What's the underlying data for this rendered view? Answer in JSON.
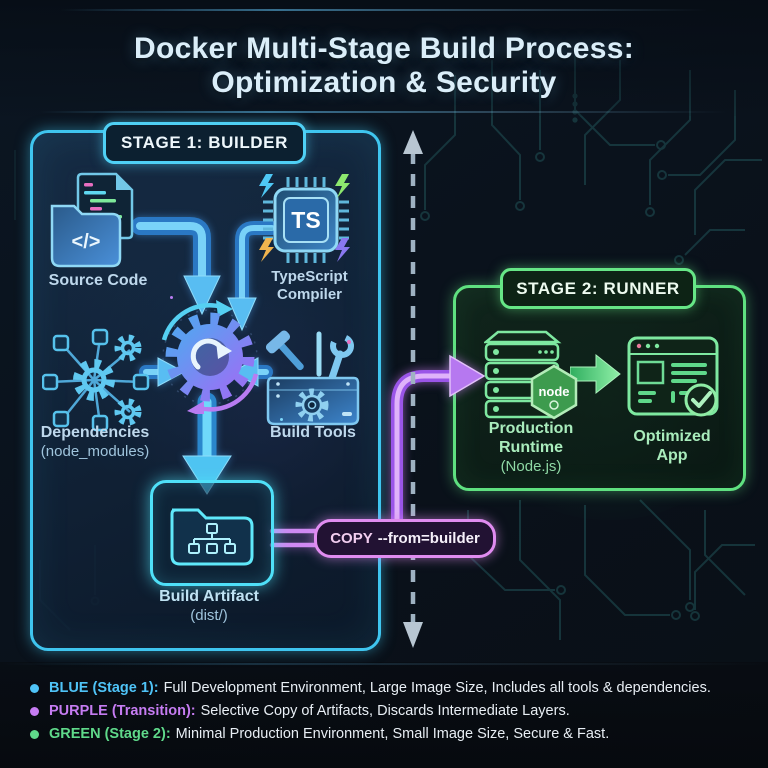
{
  "title": {
    "line1": "Docker Multi-Stage Build Process:",
    "line2": "Optimization & Security"
  },
  "stage1": {
    "header": "STAGE 1: BUILDER",
    "source_code": {
      "label": "Source Code",
      "glyph": "</>"
    },
    "ts_compiler": {
      "label_line1": "TypeScript",
      "label_line2": "Compiler",
      "chip_text": "TS"
    },
    "dependencies": {
      "label_line1": "Dependencies",
      "label_line2": "(node_modules)"
    },
    "build_tools": {
      "label": "Build Tools"
    },
    "build_artifact": {
      "label_line1": "Build Artifact",
      "label_line2": "(dist/)"
    }
  },
  "transition": {
    "copy_command": "COPY",
    "copy_args": "--from=builder"
  },
  "stage2": {
    "header": "STAGE 2: RUNNER",
    "production_runtime": {
      "label_line1": "Production",
      "label_line2": "Runtime",
      "label_line3": "(Node.js)",
      "badge": "node"
    },
    "optimized_app": {
      "label_line1": "Optimized",
      "label_line2": "App"
    }
  },
  "legend": {
    "items": [
      {
        "label": "BLUE (Stage 1):",
        "text": "Full Development Environment, Large Image Size, Includes all tools & dependencies.",
        "color": "#4fc3f7"
      },
      {
        "label": "PURPLE (Transition):",
        "text": "Selective Copy of Artifacts, Discards Intermediate Layers.",
        "color": "#c67cf2"
      },
      {
        "label": "GREEN (Stage 2):",
        "text": "Minimal Production Environment, Small Image Size, Secure & Fast.",
        "color": "#5fd98a"
      }
    ]
  },
  "colors": {
    "stage1_accent": "#3fc5ef",
    "stage2_accent": "#5fe080",
    "transition_accent": "#c77ef0"
  }
}
